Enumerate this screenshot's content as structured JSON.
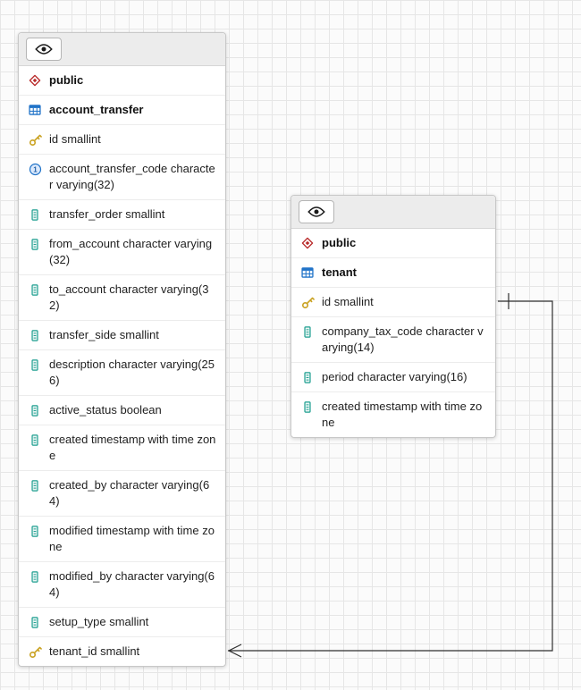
{
  "canvas": {
    "background": "#fbfbfb",
    "grid_color": "#e6e6e6",
    "relation_line_color": "#2f2f2f"
  },
  "colors": {
    "primary_key_icon": "#c9a11f",
    "schema_icon": "#b92c2c",
    "table_icon": "#2073c8",
    "column_icon": "#1d9e8f",
    "unique_one_icon": "#2073c8"
  },
  "tables": [
    {
      "schema": "public",
      "name": "account_transfer",
      "columns": [
        {
          "text": "id smallint",
          "icon": "primary-key"
        },
        {
          "text": "account_transfer_code character varying(32)",
          "icon": "unique-one"
        },
        {
          "text": "transfer_order smallint",
          "icon": "column"
        },
        {
          "text": "from_account character varying(32)",
          "icon": "column"
        },
        {
          "text": "to_account character varying(32)",
          "icon": "column"
        },
        {
          "text": "transfer_side smallint",
          "icon": "column"
        },
        {
          "text": "description character varying(256)",
          "icon": "column"
        },
        {
          "text": "active_status boolean",
          "icon": "column"
        },
        {
          "text": "created timestamp with time zone",
          "icon": "column"
        },
        {
          "text": "created_by character varying(64)",
          "icon": "column"
        },
        {
          "text": "modified timestamp with time zone",
          "icon": "column"
        },
        {
          "text": "modified_by character varying(64)",
          "icon": "column"
        },
        {
          "text": "setup_type smallint",
          "icon": "column"
        },
        {
          "text": "tenant_id smallint",
          "icon": "primary-key"
        }
      ]
    },
    {
      "schema": "public",
      "name": "tenant",
      "columns": [
        {
          "text": "id smallint",
          "icon": "primary-key"
        },
        {
          "text": "company_tax_code character varying(14)",
          "icon": "column"
        },
        {
          "text": "period character varying(16)",
          "icon": "column"
        },
        {
          "text": "created timestamp with time zone",
          "icon": "column"
        }
      ]
    }
  ],
  "relationship": {
    "source_table": "account_transfer",
    "source_column": "tenant_id",
    "target_table": "tenant",
    "target_column": "id"
  }
}
